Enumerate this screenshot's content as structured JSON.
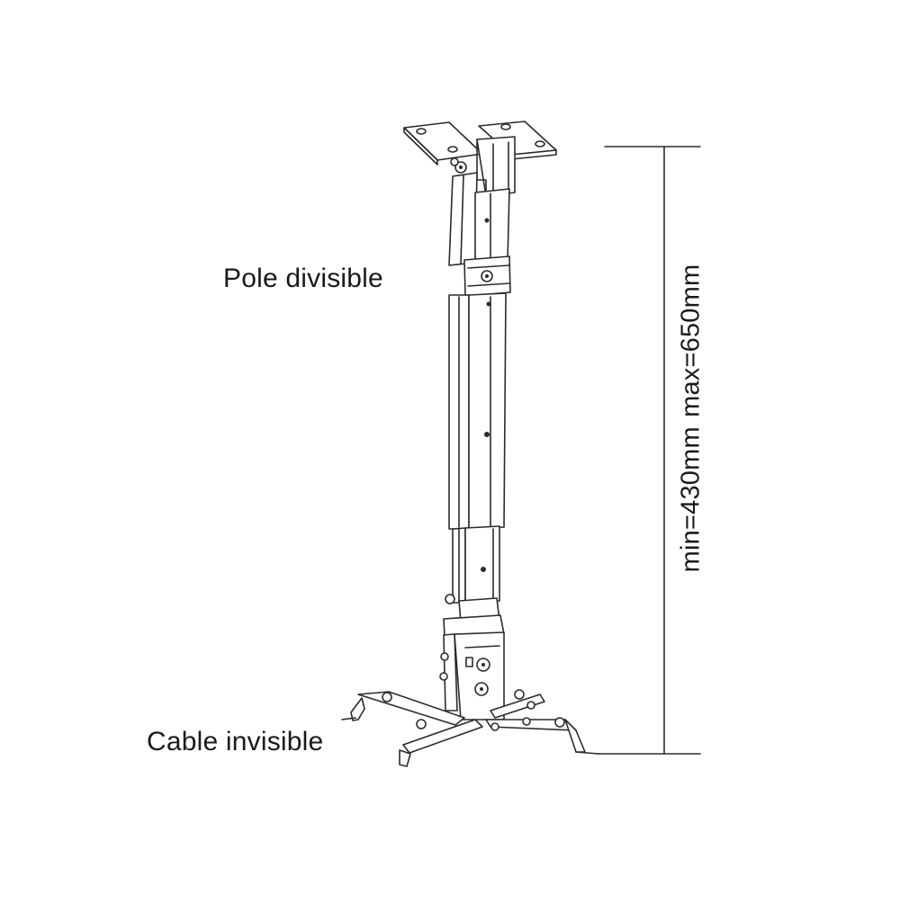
{
  "labels": {
    "pole": "Pole divisible",
    "cable": "Cable invisible",
    "dimension": "min=430mm  max=650mm"
  },
  "colors": {
    "line": "#2b2b2b",
    "text": "#1a1a1a",
    "background": "#ffffff"
  }
}
